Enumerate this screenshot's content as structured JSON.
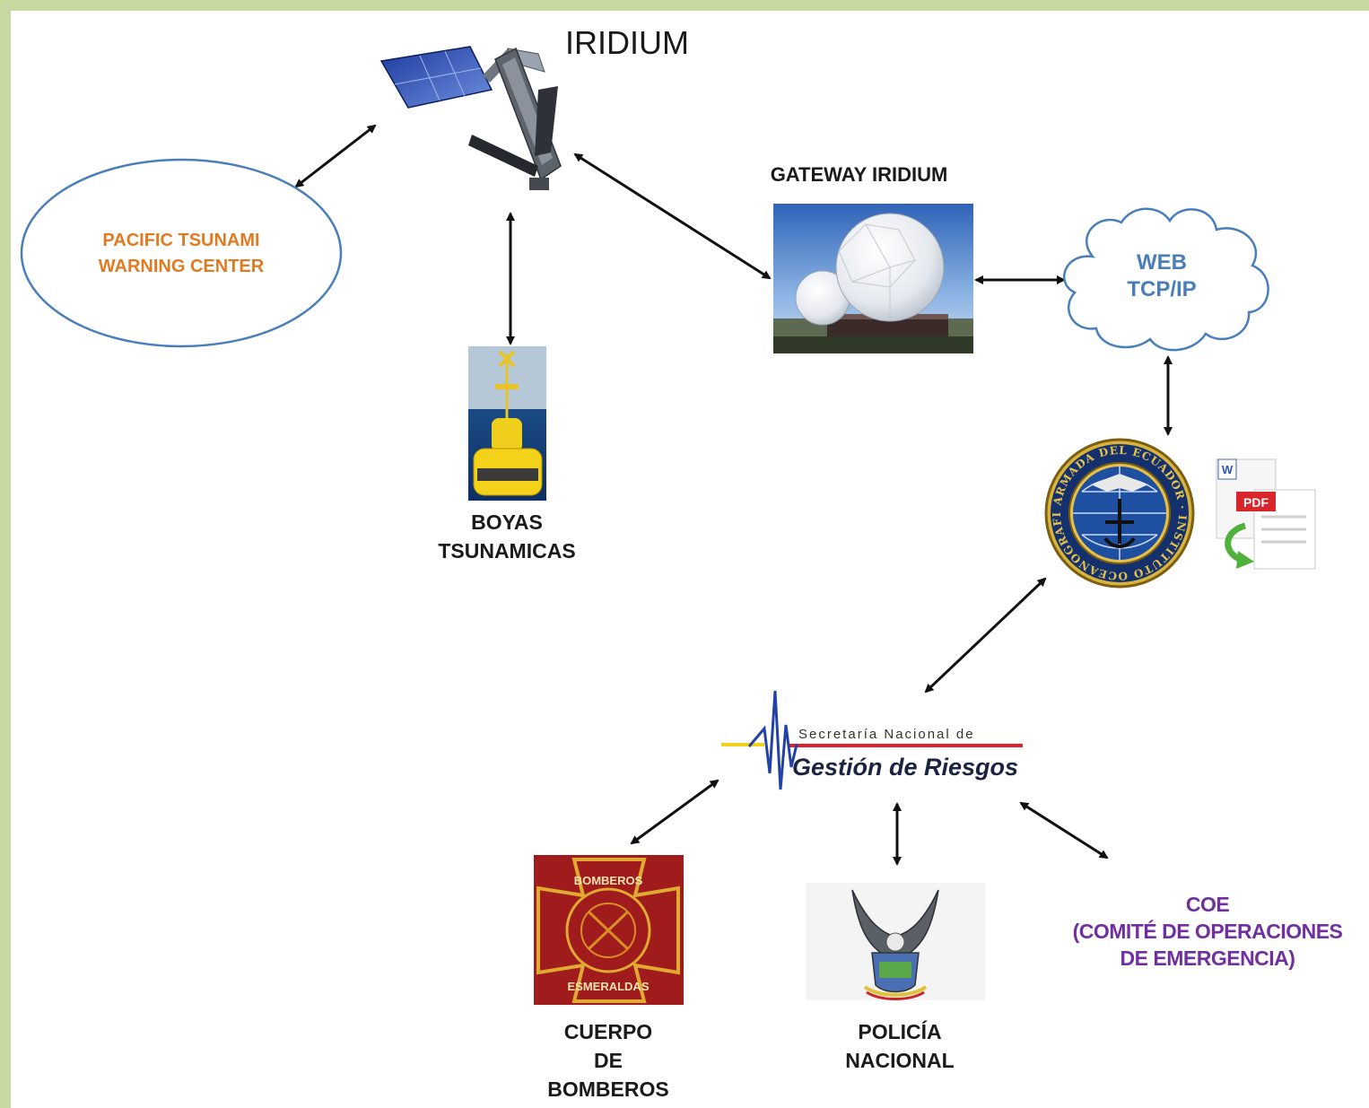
{
  "diagram": {
    "title": "IRIDIUM",
    "nodes": {
      "ptwc": {
        "label": "PACIFIC TSUNAMI\nWARNING CENTER"
      },
      "gateway": {
        "label": "GATEWAY IRIDIUM"
      },
      "web": {
        "label": "WEB\nTCP/IP"
      },
      "boyas": {
        "label": "BOYAS\nTSUNAMICAS"
      },
      "snr": {
        "line1": "Secretaría Nacional de",
        "line2": "Gestión de Riesgos"
      },
      "bomberos": {
        "label": "CUERPO\nDE\nBOMBEROS",
        "badge_top": "BOMBEROS",
        "badge_bottom": "ESMERALDAS"
      },
      "policia": {
        "label": "POLICÍA\nNACIONAL"
      },
      "coe": {
        "label": "COE\n(COMITÉ DE OPERACIONES\nDE EMERGENCIA)"
      },
      "inocar": {
        "ring_text": "ARMADA DEL ECUADOR · INSTITUTO OCEANOGRAFICO ·"
      },
      "docs": {
        "pdf": "PDF",
        "word": "W"
      }
    },
    "colors": {
      "border": "#c5d9a1",
      "ellipse_stroke": "#4a7ebb",
      "ptwc_text": "#e07b22",
      "web_text": "#4a7ebb",
      "coe_text": "#7030a0",
      "arrow": "#111111"
    }
  }
}
